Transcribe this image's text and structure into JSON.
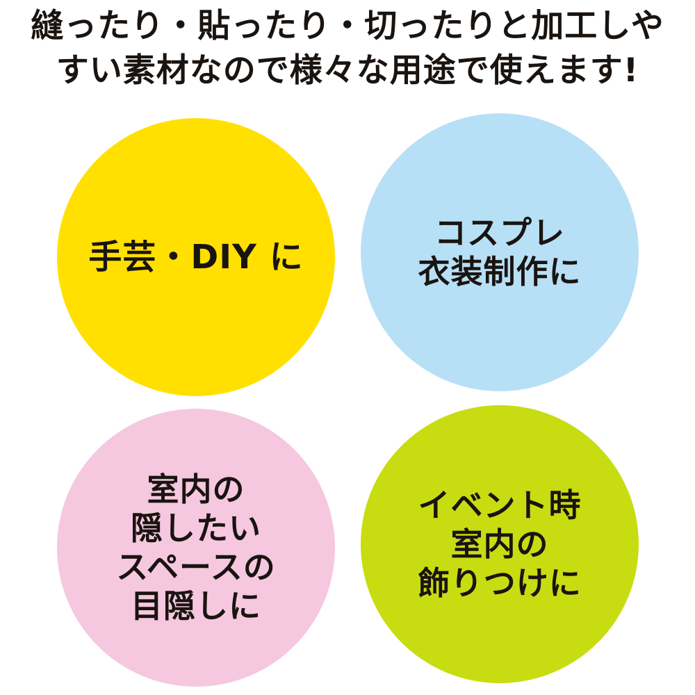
{
  "headline": {
    "line1": "縫ったり・貼ったり・切ったりと加工しや",
    "line2": "すい素材なので様々な用途で使えます!"
  },
  "circles": [
    {
      "lines": [
        "手芸・DIY に"
      ],
      "color": "#ffe000"
    },
    {
      "lines": [
        "コスプレ",
        "衣装制作に"
      ],
      "color": "#b7e0f7"
    },
    {
      "lines": [
        "室内の",
        "隠したい",
        "スペースの",
        "目隠しに"
      ],
      "color": "#f5c8df"
    },
    {
      "lines": [
        "イベント時",
        "室内の",
        "飾りつけに"
      ],
      "color": "#c8dc12"
    }
  ],
  "text_color": "#1a1410"
}
